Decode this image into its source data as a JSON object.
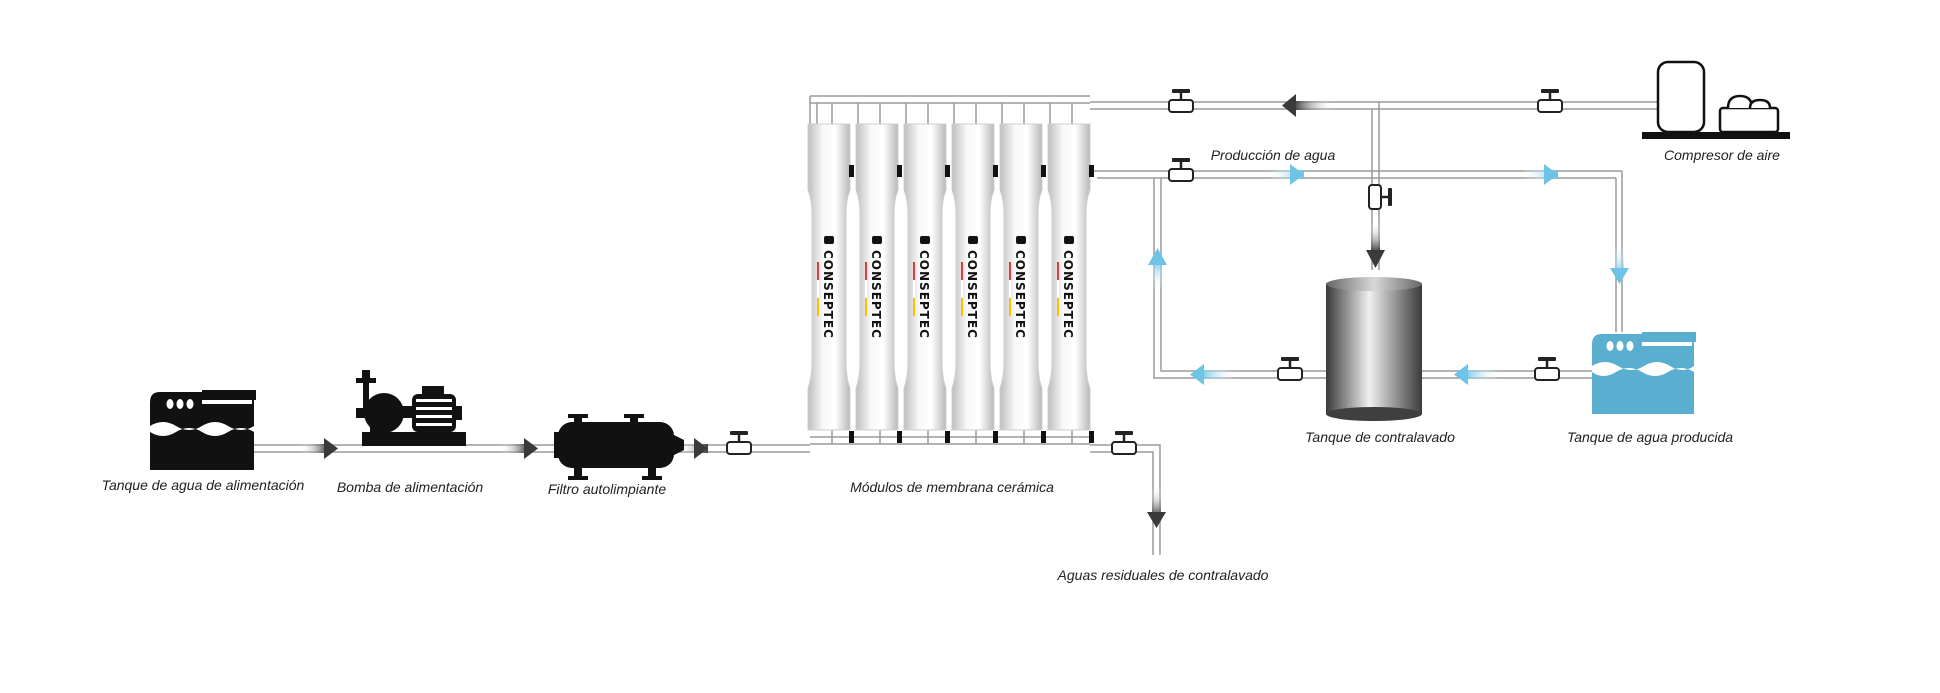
{
  "brand": "CONSEPTEC",
  "labels": {
    "feed_tank": "Tanque de agua de alimentación",
    "feed_pump": "Bomba de alimentación",
    "self_cleaning_filter": "Filtro autolimpiante",
    "membrane_modules": "Módulos de membrana cerámica",
    "backwash_wastewater": "Aguas residuales de contralavado",
    "water_production": "Producción de agua",
    "air_compressor": "Compresor de aire",
    "backwash_tank": "Tanque de contralavado",
    "product_water_tank": "Tanque de agua producida"
  },
  "colors": {
    "pipe": "#9a9a9a",
    "equipment": "#111111",
    "product_water": "#5aaed0",
    "flow_arrow_dark": "#4a4a4a",
    "flow_arrow_blue": "#6ec3e6"
  },
  "icons": [
    "water-tank-icon",
    "pump-icon",
    "filter-icon",
    "valve-icon",
    "compressor-icon",
    "flow-arrow-icon"
  ]
}
